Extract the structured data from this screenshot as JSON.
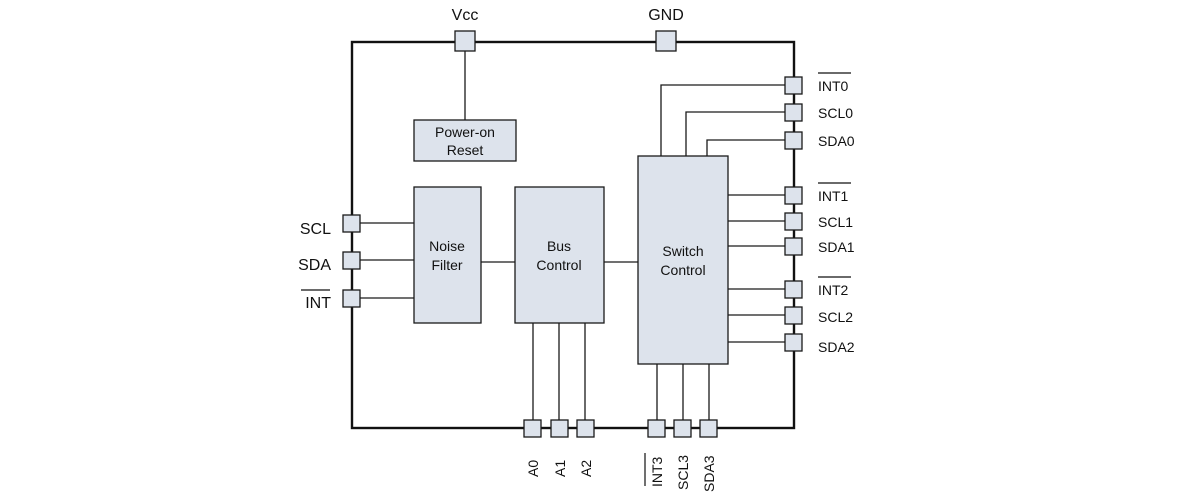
{
  "top_pins": [
    "Vcc",
    "GND"
  ],
  "left_pins": [
    "SCL",
    "SDA",
    "INT"
  ],
  "right_pins": [
    "INT0",
    "SCL0",
    "SDA0",
    "INT1",
    "SCL1",
    "SDA1",
    "INT2",
    "SCL2",
    "SDA2"
  ],
  "bottom_pins": [
    "A0",
    "A1",
    "A2",
    "INT3",
    "SCL3",
    "SDA3"
  ],
  "blocks": {
    "power_on_reset": [
      "Power-on",
      "Reset"
    ],
    "noise_filter": [
      "Noise",
      "Filter"
    ],
    "bus_control": [
      "Bus",
      "Control"
    ],
    "switch_control": [
      "Switch",
      "Control"
    ]
  }
}
